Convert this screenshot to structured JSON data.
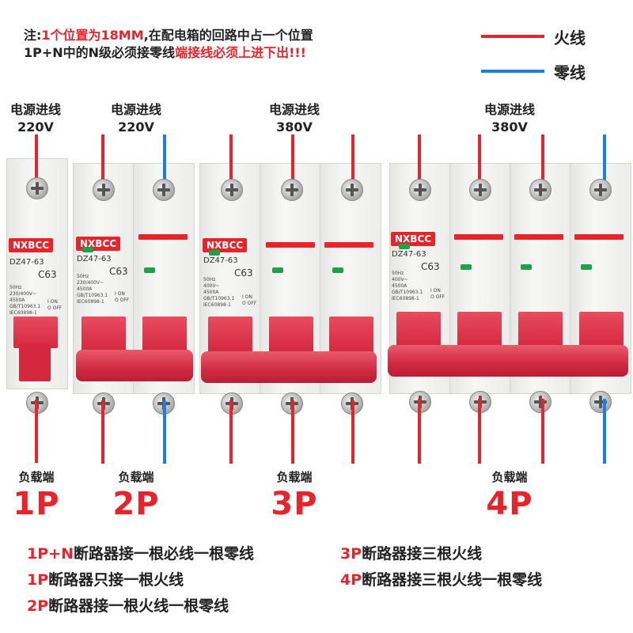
{
  "note": {
    "prefix": "注:",
    "highlight1": "1个位置为18MM",
    "line1_rest": ",在配电箱的回路中占一个位置",
    "line2_plain": "1P+N中的N级必须接零线",
    "line2_highlight": "端接线必须上进下出!!!"
  },
  "legend": {
    "live_label": "火线",
    "live_color": "#e8242b",
    "neutral_label": "零线",
    "neutral_color": "#1a7fe0"
  },
  "breakers": [
    {
      "supply_label": "电源进线",
      "voltage": "220V",
      "load_label": "负载端",
      "pole_label": "1P",
      "brand": "NXBCC",
      "model": "DZ47-63",
      "rating": "C63"
    },
    {
      "supply_label": "电源进线",
      "voltage": "220V",
      "load_label": "负载端",
      "pole_label": "2P",
      "brand": "NXBCC",
      "model": "DZ47-63",
      "rating": "C63"
    },
    {
      "supply_label": "电源进线",
      "voltage": "380V",
      "load_label": "负载端",
      "pole_label": "3P",
      "brand": "NXBCC",
      "model": "DZ47-63",
      "rating": "C63"
    },
    {
      "supply_label": "电源进线",
      "voltage": "380V",
      "load_label": "负载端",
      "pole_label": "4P",
      "brand": "NXBCC",
      "model": "DZ47-63",
      "rating": "C63"
    }
  ],
  "specs": {
    "freq": "50Hz",
    "volt_1p": "230/400V~",
    "volt_2p": "230/400V~",
    "volt_3p": "400V~",
    "volt_4p": "400V~",
    "breaking": "4500A",
    "std1": "GB/T10963.1",
    "std2": "IEC60898-1",
    "on": "I ON",
    "off": "O OFF"
  },
  "descriptions": [
    {
      "lead": "1P+N",
      "text": "断路器接一根必线一根零线"
    },
    {
      "lead": "1P",
      "text": "断路器只接一根火线"
    },
    {
      "lead": "2P",
      "text": "断路器接一根火线一根零线"
    },
    {
      "lead": "3P",
      "text": "断路器接三根火线"
    },
    {
      "lead": "4P",
      "text": "断路器接三根火线一根零线"
    }
  ]
}
